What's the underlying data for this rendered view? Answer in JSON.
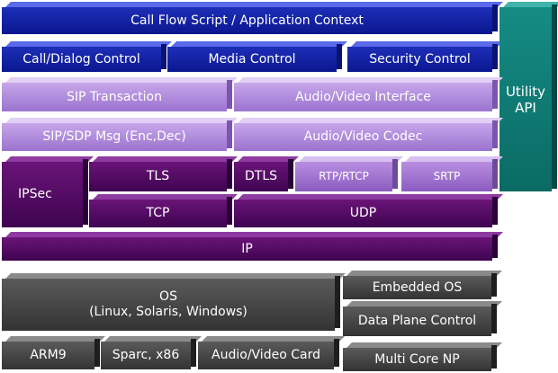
{
  "blocks": {
    "call_flow": "Call Flow Script / Application Context",
    "call_dialog_control": "Call/Dialog  Control",
    "media_control": "Media Control",
    "security_control": "Security Control",
    "utility_api_line1": "Utility",
    "utility_api_line2": "API",
    "sip_transaction": "SIP Transaction",
    "audio_video_interface": "Audio/Video Interface",
    "sip_sdp_msg": "SIP/SDP Msg (Enc,Dec)",
    "audio_video_codec": "Audio/Video Codec",
    "ipsec": "IPSec",
    "tls": "TLS",
    "dtls": "DTLS",
    "rtp_rtcp": "RTP/RTCP",
    "srtp": "SRTP",
    "tcp": "TCP",
    "udp": "UDP",
    "ip": "IP",
    "os_line1": "OS",
    "os_line2": "(Linux, Solaris, Windows)",
    "embedded_os": "Embedded OS",
    "data_plane_control": "Data Plane Control",
    "arm9": "ARM9",
    "sparc_x86": "Sparc, x86",
    "audio_video_card": "Audio/Video Card",
    "multi_core_np": "Multi Core NP"
  },
  "colors": {
    "blue": "#1426a8",
    "lavender": "#b38be0",
    "purple": "#57096a",
    "gray": "#444444",
    "teal": "#0f7c75"
  }
}
